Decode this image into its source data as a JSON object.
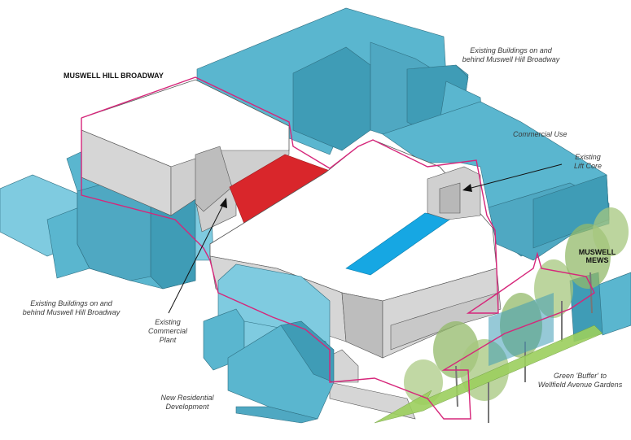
{
  "colors": {
    "building": "#5ab6cf",
    "building_dark": "#3f9cb6",
    "building_light": "#7fcbe0",
    "roof": "#ffffff",
    "wall": "#d6d6d6",
    "wall_dark": "#b8b8b8",
    "site_boundary": "#d6267a",
    "plant": "#d9262b",
    "skylight": "#16a7e3",
    "buffer_arrow": "#9ccf5e",
    "tree": "#93b96a"
  },
  "labels": {
    "broadway": "MUSWELL HILL BROADWAY",
    "existing_top_1": "Existing Buildings on and",
    "existing_top_2": "behind Muswell Hill Broadway",
    "commercial_use": "Commercial Use",
    "lift_1": "Existing",
    "lift_2": "Lift Core",
    "mews_1": "MUSWELL",
    "mews_2": "MEWS",
    "existing_left_1": "Existing Buildings on and",
    "existing_left_2": "behind Muswell Hill Broadway",
    "plant_1": "Existing",
    "plant_2": "Commercial",
    "plant_3": "Plant",
    "residential_1": "New Residential",
    "residential_2": "Development",
    "buffer_1": "Green 'Buffer' to",
    "buffer_2": "Wellfield Avenue Gardens"
  }
}
